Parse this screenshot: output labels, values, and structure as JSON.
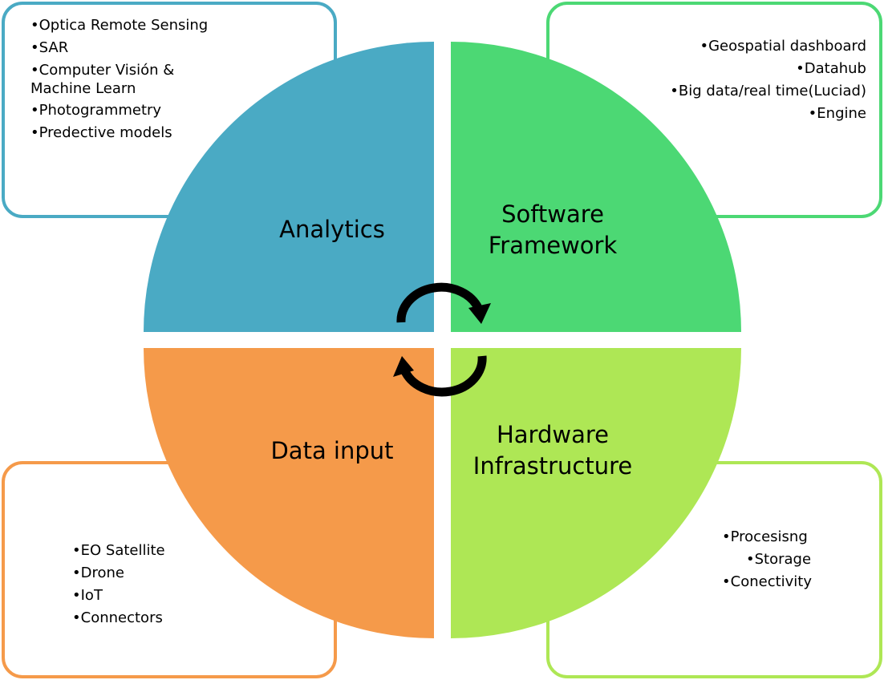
{
  "quadrants": {
    "analytics": {
      "label": "Analytics",
      "color": "#4aaac4"
    },
    "software": {
      "label_line1": "Software",
      "label_line2": "Framework",
      "color": "#4cd874"
    },
    "data_input": {
      "label": "Data input",
      "color": "#f59a4a"
    },
    "hardware": {
      "label_line1": "Hardware",
      "label_line2": "Infrastructure",
      "color": "#aee755"
    }
  },
  "analytics_list": [
    "Optica Remote Sensing",
    "SAR",
    "Computer Visión & Machine Learn",
    "Photogrammetry",
    "Predective models"
  ],
  "software_list": [
    "Geospatial dashboard",
    "Datahub",
    "Big data/real time(Luciad)",
    "Engine"
  ],
  "data_input_list": [
    "EO Satellite",
    "Drone",
    "IoT",
    "Connectors"
  ],
  "hardware_list": [
    "Procesisng",
    "Storage",
    "Conectivity"
  ],
  "arrow_color": "#000000"
}
